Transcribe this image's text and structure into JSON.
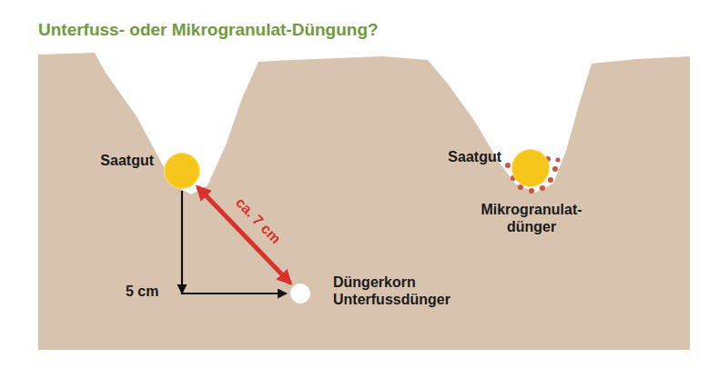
{
  "diagram": {
    "title": "Unterfuss- oder Mikrogranulat-Düngung?",
    "nodes": [
      {
        "text": [
          "Saatgut"
        ]
      },
      {
        "text": [
          "Düngerkorn Unterfussdünger"
        ]
      },
      {
        "text": [
          "Saatgut"
        ]
      }
    ],
    "edges": [
      {
        "from": 0,
        "to": 1,
        "arrow": "to"
      },
      {
        "from": 0,
        "to": 1,
        "label": "ca. 7 cm",
        "arrow": "both"
      }
    ],
    "labels": [
      "5 cm",
      "Mikrogranulat- dünger"
    ]
  }
}
